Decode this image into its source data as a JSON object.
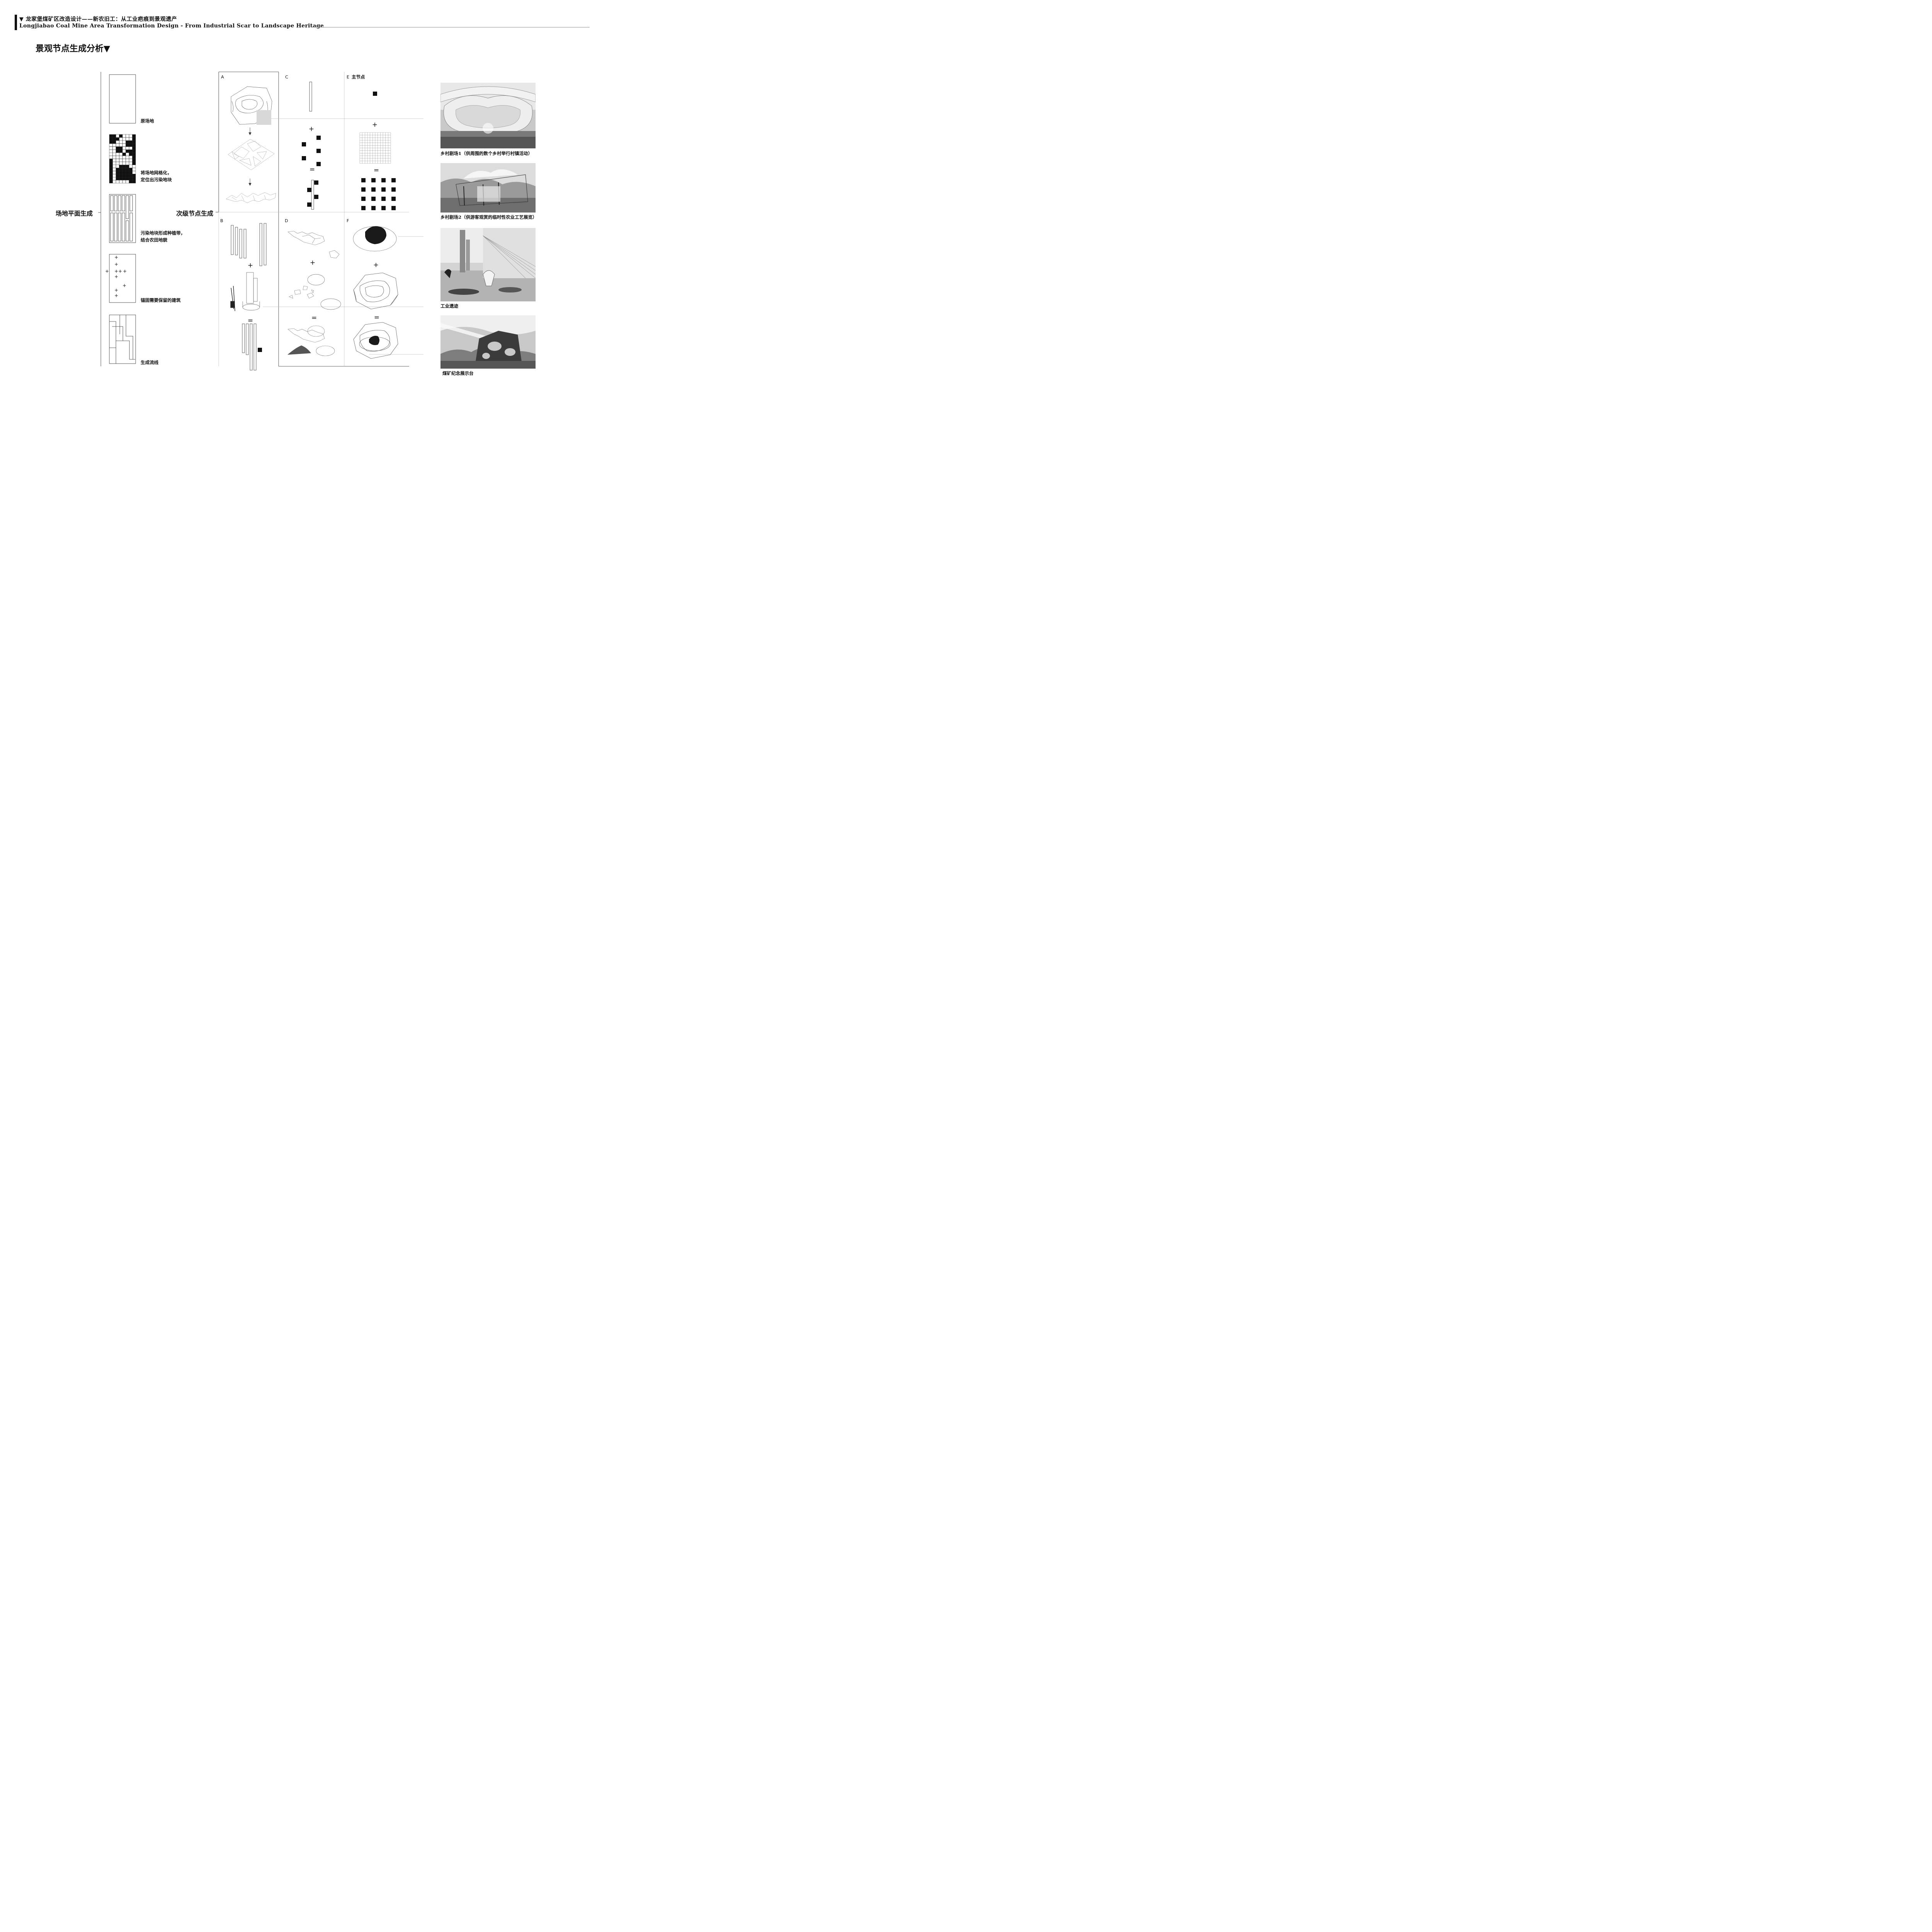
{
  "header": {
    "title_cn": "▼ 龙家堡煤矿区改造设计——新农旧工：从工业疤痕到景观遗产",
    "title_en": "Longjiabao Coal Mine Area Transformation Design - From Industrial Scar to Landscape Heritage"
  },
  "section_title": "景观节点生成分析▼",
  "site": {
    "main_label": "场地平面生成",
    "steps": [
      {
        "label": "原场地"
      },
      {
        "label_line1": "将场地网格化，",
        "label_line2": "定位出污染地块"
      },
      {
        "label_line1": "污染地块形成种植带，",
        "label_line2": "结合农田地貌"
      },
      {
        "label": "锚固需要保留的建筑"
      },
      {
        "label": "生成流线"
      }
    ]
  },
  "nodes": {
    "main_label": "次级节点生成",
    "cells": {
      "A": "A",
      "B": "B",
      "C": "C",
      "D": "D",
      "E": "E",
      "E_title": "主节点",
      "F": "F"
    },
    "operators": {
      "plus": "+",
      "equals": "=",
      "arrow": "↓"
    }
  },
  "renders": [
    {
      "caption": "乡村剧场1（供周围的数个乡村举行村镇活动）"
    },
    {
      "caption": "乡村剧场2（供游客观赏的临时性农业工艺展览）"
    },
    {
      "caption": "工业遗迹"
    },
    {
      "caption": "煤矿纪念展示台"
    }
  ]
}
